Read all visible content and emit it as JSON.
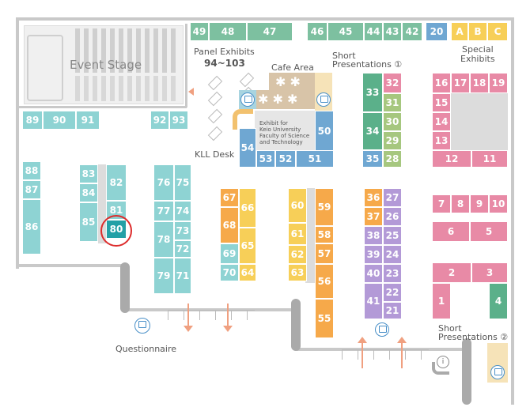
{
  "labels": {
    "event_stage": "Event Stage",
    "panel_exhibits": "Panel Exhibits",
    "panel_range": "94~103",
    "cafe_area": "Cafe Area",
    "short_pres_1_a": "Short",
    "short_pres_1_b": "Presentations ①",
    "special_a": "Special",
    "special_b": "Exhibits",
    "keio_1": "Exhibit for",
    "keio_2": "Keio University",
    "keio_3": "Faculty of Science",
    "keio_4": "and Technology",
    "kll_desk": "KLL Desk",
    "questionnaire": "Questionnaire",
    "short_pres_2_a": "Short",
    "short_pres_2_b": "Presentations ②",
    "info_symbol": "i"
  },
  "colors": {
    "green": "#7dc0a0",
    "dark_green": "#5bb08a",
    "olive": "#a6c77f",
    "blue": "#6fa7d2",
    "teal": "#8ed3d3",
    "teal_selected": "#23a0a6",
    "orange": "#f6a94a",
    "yellow": "#f7cf58",
    "purple": "#b39ad7",
    "pink": "#e88aa6",
    "cream": "#efd69b",
    "highlight_ring": "#dd2c2c"
  },
  "highlighted_booth": "80",
  "booths": [
    {
      "id": "49",
      "c": "green"
    },
    {
      "id": "48",
      "c": "green"
    },
    {
      "id": "47",
      "c": "green"
    },
    {
      "id": "46",
      "c": "green"
    },
    {
      "id": "45",
      "c": "green"
    },
    {
      "id": "44",
      "c": "green"
    },
    {
      "id": "43",
      "c": "green"
    },
    {
      "id": "42",
      "c": "green"
    },
    {
      "id": "20",
      "c": "blue"
    },
    {
      "id": "A",
      "c": "yellow"
    },
    {
      "id": "B",
      "c": "yellow"
    },
    {
      "id": "C",
      "c": "yellow"
    },
    {
      "id": "89",
      "c": "teal"
    },
    {
      "id": "90",
      "c": "teal"
    },
    {
      "id": "91",
      "c": "teal"
    },
    {
      "id": "92",
      "c": "teal"
    },
    {
      "id": "93",
      "c": "teal"
    },
    {
      "id": "50",
      "c": "blue"
    },
    {
      "id": "54",
      "c": "blue"
    },
    {
      "id": "53",
      "c": "blue"
    },
    {
      "id": "52",
      "c": "blue"
    },
    {
      "id": "51",
      "c": "blue"
    },
    {
      "id": "33",
      "c": "dark_green"
    },
    {
      "id": "34",
      "c": "dark_green"
    },
    {
      "id": "35",
      "c": "blue"
    },
    {
      "id": "32",
      "c": "pink"
    },
    {
      "id": "31",
      "c": "olive"
    },
    {
      "id": "30",
      "c": "olive"
    },
    {
      "id": "29",
      "c": "olive"
    },
    {
      "id": "28",
      "c": "olive"
    },
    {
      "id": "16",
      "c": "pink"
    },
    {
      "id": "17",
      "c": "pink"
    },
    {
      "id": "18",
      "c": "pink"
    },
    {
      "id": "19",
      "c": "pink"
    },
    {
      "id": "15",
      "c": "pink"
    },
    {
      "id": "14",
      "c": "pink"
    },
    {
      "id": "13",
      "c": "pink"
    },
    {
      "id": "12",
      "c": "pink"
    },
    {
      "id": "11",
      "c": "pink"
    },
    {
      "id": "88",
      "c": "teal"
    },
    {
      "id": "87",
      "c": "teal"
    },
    {
      "id": "86",
      "c": "teal"
    },
    {
      "id": "83",
      "c": "teal"
    },
    {
      "id": "84",
      "c": "teal"
    },
    {
      "id": "85",
      "c": "teal"
    },
    {
      "id": "82",
      "c": "teal"
    },
    {
      "id": "81",
      "c": "teal"
    },
    {
      "id": "80",
      "c": "teal_selected"
    },
    {
      "id": "76",
      "c": "teal"
    },
    {
      "id": "75",
      "c": "teal"
    },
    {
      "id": "77",
      "c": "teal"
    },
    {
      "id": "74",
      "c": "teal"
    },
    {
      "id": "78",
      "c": "teal"
    },
    {
      "id": "73",
      "c": "teal"
    },
    {
      "id": "72",
      "c": "teal"
    },
    {
      "id": "79",
      "c": "teal"
    },
    {
      "id": "71",
      "c": "teal"
    },
    {
      "id": "67",
      "c": "orange"
    },
    {
      "id": "66",
      "c": "yellow"
    },
    {
      "id": "68",
      "c": "orange"
    },
    {
      "id": "65",
      "c": "yellow"
    },
    {
      "id": "69",
      "c": "teal"
    },
    {
      "id": "70",
      "c": "teal"
    },
    {
      "id": "64",
      "c": "yellow"
    },
    {
      "id": "60",
      "c": "yellow"
    },
    {
      "id": "61",
      "c": "yellow"
    },
    {
      "id": "62",
      "c": "yellow"
    },
    {
      "id": "63",
      "c": "yellow"
    },
    {
      "id": "59",
      "c": "orange"
    },
    {
      "id": "58",
      "c": "orange"
    },
    {
      "id": "57",
      "c": "orange"
    },
    {
      "id": "56",
      "c": "orange"
    },
    {
      "id": "55",
      "c": "orange"
    },
    {
      "id": "36",
      "c": "orange"
    },
    {
      "id": "37",
      "c": "orange"
    },
    {
      "id": "38",
      "c": "purple"
    },
    {
      "id": "39",
      "c": "purple"
    },
    {
      "id": "40",
      "c": "purple"
    },
    {
      "id": "41",
      "c": "purple"
    },
    {
      "id": "27",
      "c": "purple"
    },
    {
      "id": "26",
      "c": "purple"
    },
    {
      "id": "25",
      "c": "purple"
    },
    {
      "id": "24",
      "c": "purple"
    },
    {
      "id": "23",
      "c": "purple"
    },
    {
      "id": "22",
      "c": "purple"
    },
    {
      "id": "21",
      "c": "purple"
    },
    {
      "id": "7",
      "c": "pink"
    },
    {
      "id": "8",
      "c": "pink"
    },
    {
      "id": "9",
      "c": "pink"
    },
    {
      "id": "10",
      "c": "pink"
    },
    {
      "id": "6",
      "c": "pink"
    },
    {
      "id": "5",
      "c": "pink"
    },
    {
      "id": "2",
      "c": "pink"
    },
    {
      "id": "3",
      "c": "pink"
    },
    {
      "id": "1",
      "c": "pink"
    },
    {
      "id": "4",
      "c": "dark_green"
    }
  ]
}
